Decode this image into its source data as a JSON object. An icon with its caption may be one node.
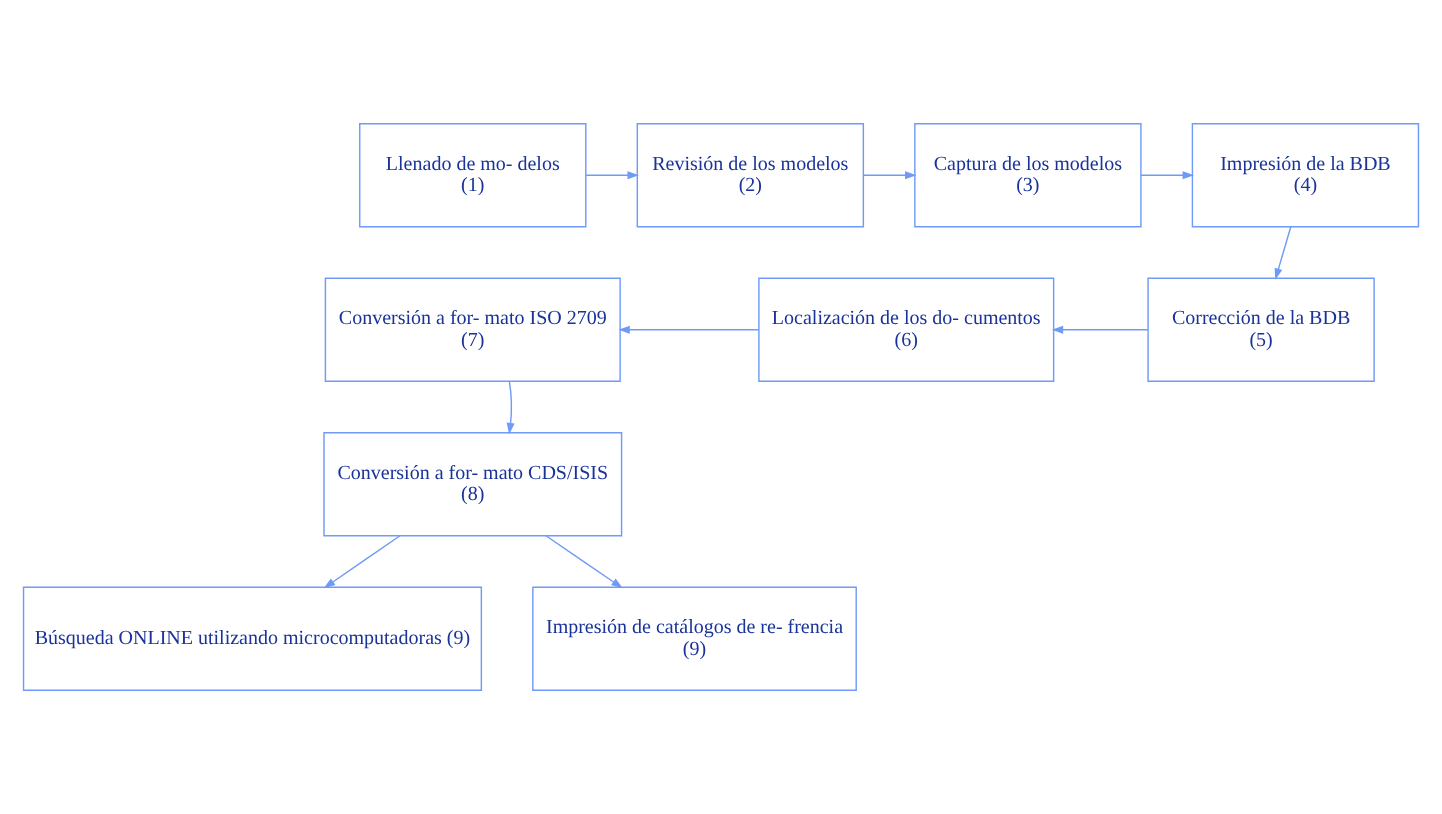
{
  "diagram": {
    "nodes": [
      {
        "text": [
          "Llenado de mo- delos",
          "(1)"
        ]
      },
      {
        "text": [
          "Revisión de los modelos",
          "(2)"
        ]
      },
      {
        "text": [
          "Captura de los modelos",
          "(3)"
        ]
      },
      {
        "text": [
          "Impresión de la BDB",
          "(4)"
        ]
      },
      {
        "text": [
          "Corrección de la BDB",
          "(5)"
        ]
      },
      {
        "text": [
          "Localización de los do- cumentos",
          "(6)"
        ]
      },
      {
        "text": [
          "Conversión a for- mato ISO 2709",
          "(7)"
        ]
      },
      {
        "text": [
          "Conversión a for- mato CDS/ISIS",
          "(8)"
        ]
      },
      {
        "text": [
          "Búsqueda ONLINE utilizando microcomputadoras (9)"
        ]
      },
      {
        "text": [
          "Impresión de catálogos de re- frencia",
          "(9)"
        ]
      }
    ],
    "edges": [
      {
        "from": 0,
        "to": 1,
        "arrow": "to"
      },
      {
        "from": 1,
        "to": 2,
        "arrow": "to"
      },
      {
        "from": 2,
        "to": 3,
        "arrow": "to"
      },
      {
        "from": 3,
        "to": 4,
        "arrow": "to"
      },
      {
        "from": 4,
        "to": 5,
        "arrow": "to"
      },
      {
        "from": 5,
        "to": 6,
        "arrow": "to"
      },
      {
        "from": 6,
        "to": 7,
        "arrow": "to"
      },
      {
        "from": 7,
        "to": 8,
        "arrow": "to"
      },
      {
        "from": 7,
        "to": 9,
        "arrow": "to"
      }
    ]
  }
}
